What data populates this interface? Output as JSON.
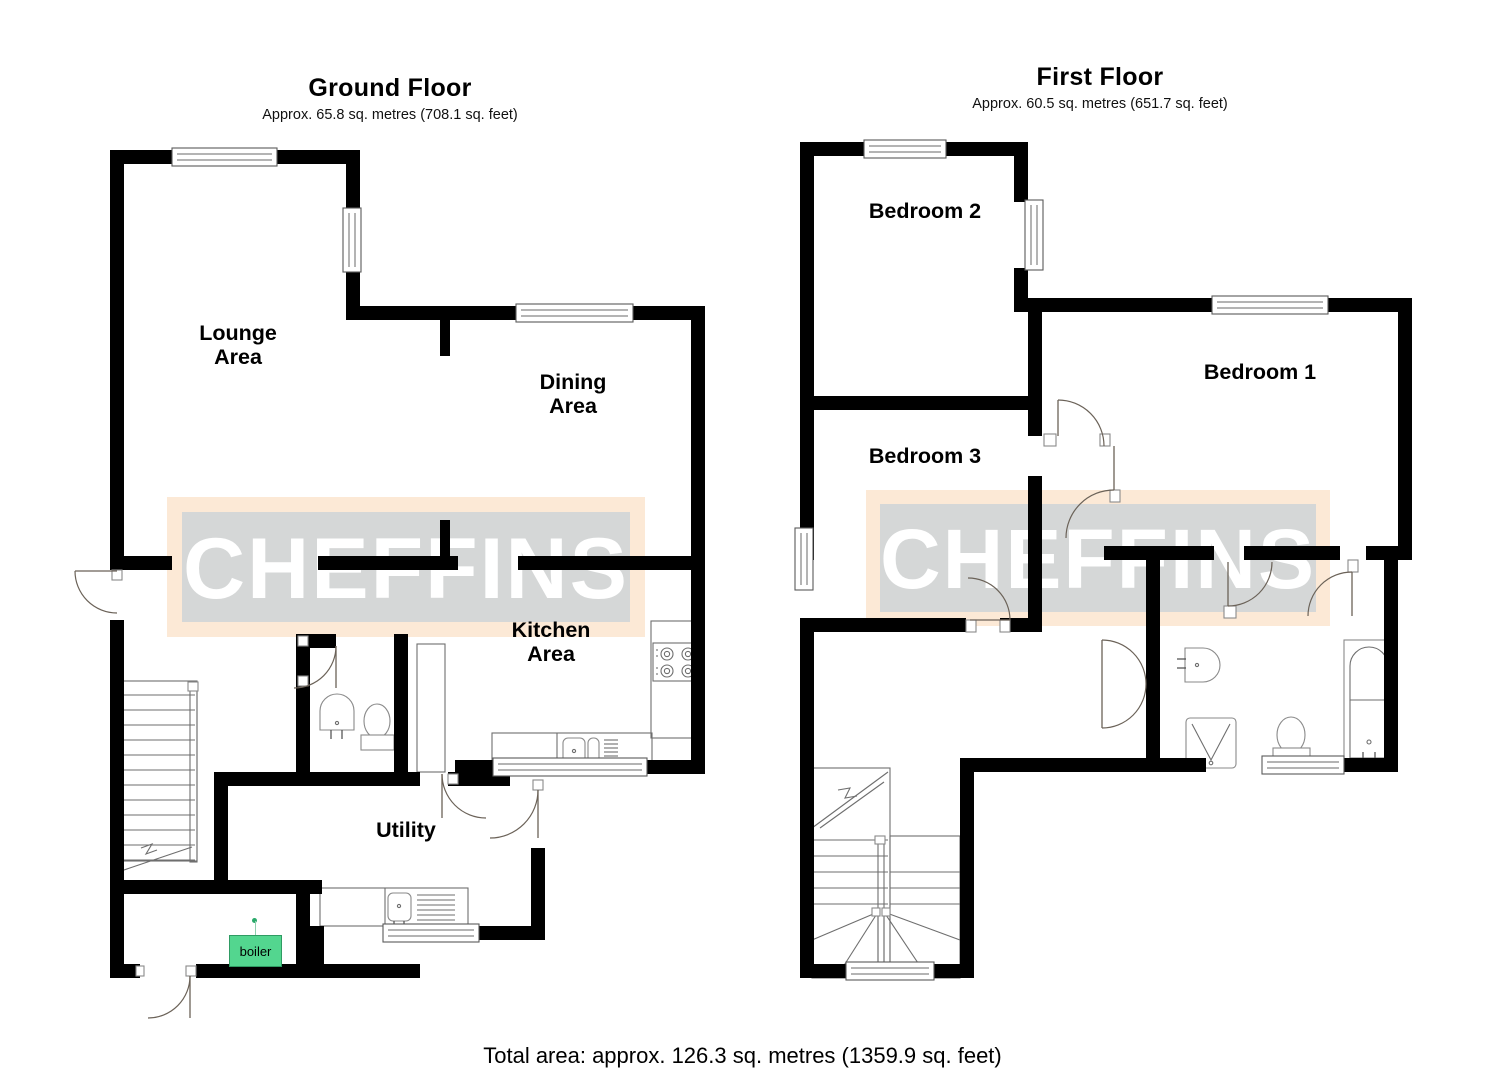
{
  "document": {
    "type": "floor-plan",
    "brand_watermark": "CHEFFINS",
    "total_area": "Total area: approx. 126.3 sq. metres (1359.9 sq. feet)"
  },
  "colors": {
    "wall": "#000000",
    "background": "#ffffff",
    "watermark_box": "#d5d7d7",
    "watermark_band": "#fce9d6",
    "watermark_text": "#ffffff",
    "boiler_fill": "#53d68f",
    "boiler_border": "#2f9b63",
    "fixture_stroke": "#8a8a8a"
  },
  "floors": [
    {
      "id": "ground",
      "title": "Ground Floor",
      "subtitle": "Approx. 65.8 sq. metres (708.1 sq. feet)",
      "area_sq_metres": 65.8,
      "area_sq_feet": 708.1,
      "rooms": [
        {
          "key": "lounge",
          "label": "Lounge\nArea"
        },
        {
          "key": "dining",
          "label": "Dining\nArea"
        },
        {
          "key": "kitchen",
          "label": "Kitchen\nArea"
        },
        {
          "key": "utility",
          "label": "Utility"
        }
      ],
      "annotations": [
        {
          "key": "boiler",
          "label": "boiler"
        }
      ],
      "fixtures": [
        "hob",
        "kitchen-sink",
        "wc-toilet",
        "wc-basin",
        "utility-sink",
        "staircase"
      ]
    },
    {
      "id": "first",
      "title": "First Floor",
      "subtitle": "Approx. 60.5 sq. metres (651.7 sq. feet)",
      "area_sq_metres": 60.5,
      "area_sq_feet": 651.7,
      "rooms": [
        {
          "key": "bedroom1",
          "label": "Bedroom 1"
        },
        {
          "key": "bedroom2",
          "label": "Bedroom 2"
        },
        {
          "key": "bedroom3",
          "label": "Bedroom 3"
        }
      ],
      "annotations": [],
      "fixtures": [
        "bath",
        "wc-toilet",
        "wash-basin",
        "shower-tray",
        "staircase"
      ]
    }
  ]
}
